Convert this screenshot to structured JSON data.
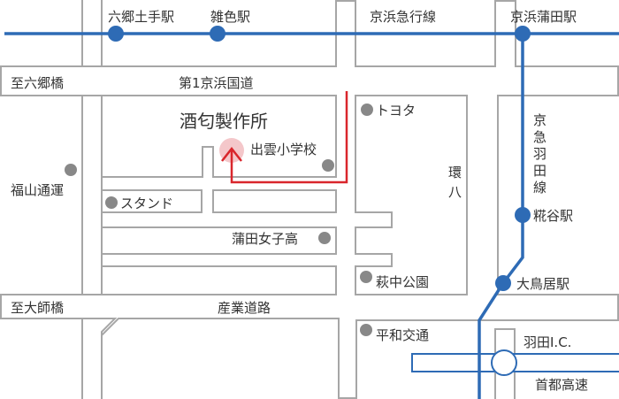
{
  "colors": {
    "rail": "#2e6bb5",
    "route": "#d9262c",
    "highlight": "#f4c7ca",
    "poi": "#888888",
    "block": "#a6a6a6"
  },
  "stations": {
    "rokugodote": "六郷土手駅",
    "zoshiki": "雑色駅",
    "keikyu_kamata": "京浜蒲田駅",
    "kojiya": "糀谷駅",
    "otorii": "大鳥居駅"
  },
  "lines": {
    "keihin_kyuko": "京浜急行線",
    "kuko_line": [
      "京",
      "急",
      "羽",
      "田",
      "線"
    ]
  },
  "roads": {
    "national": "第1京浜国道",
    "sangyo": "産業道路",
    "kanpachi": [
      "環",
      "八"
    ],
    "to_rokugo": "至六郷橋",
    "to_daishi": "至大師橋",
    "shuto": "首都高速",
    "haneda_ic": "羽田I.C."
  },
  "destination": "酒匂製作所",
  "poi": {
    "izumo": "出雲小学校",
    "fukuyama": "福山通運",
    "stand": "スタンド",
    "kamata_girls": "蒲田女子高",
    "toyota": "トヨタ",
    "hagi_park": "萩中公園",
    "heiwa": "平和交通"
  }
}
